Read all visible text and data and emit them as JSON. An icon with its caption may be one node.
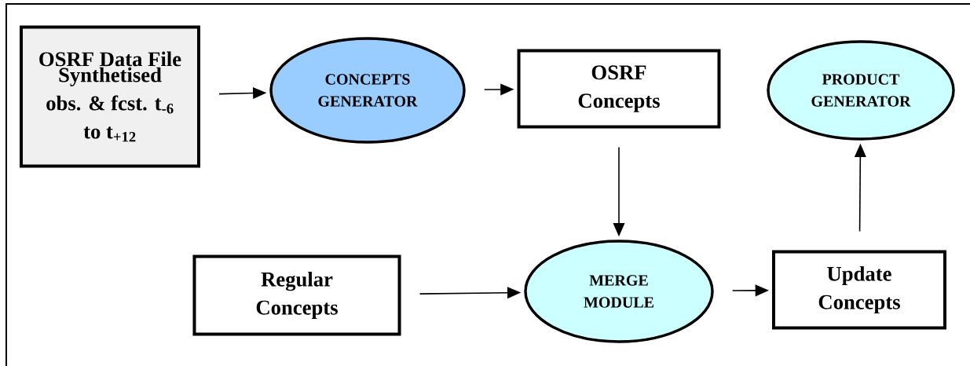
{
  "diagram": {
    "nodes": [
      {
        "text": [
          "OSRF Data File",
          "Synthetised obs. & fcst. t$_{-6}$ to t$_{+12}$"
        ]
      },
      {
        "text": [
          "CONCEPTS GENERATOR"
        ]
      },
      {
        "text": [
          "OSRF Concepts"
        ]
      },
      {
        "text": [
          "PRODUCT GENERATOR"
        ]
      },
      {
        "text": [
          "Regular Concepts"
        ]
      },
      {
        "text": [
          "MERGE MODULE"
        ]
      },
      {
        "text": [
          "Update Concepts"
        ]
      }
    ],
    "edges": [
      {
        "from": 0,
        "to": 1,
        "arrow": "to"
      },
      {
        "from": 1,
        "to": 2,
        "arrow": "to"
      },
      {
        "from": 2,
        "to": 5,
        "arrow": "to"
      },
      {
        "from": 4,
        "to": 5,
        "arrow": "to"
      },
      {
        "from": 5,
        "to": 6,
        "arrow": "to"
      },
      {
        "from": 6,
        "to": 3,
        "arrow": "to"
      }
    ]
  }
}
